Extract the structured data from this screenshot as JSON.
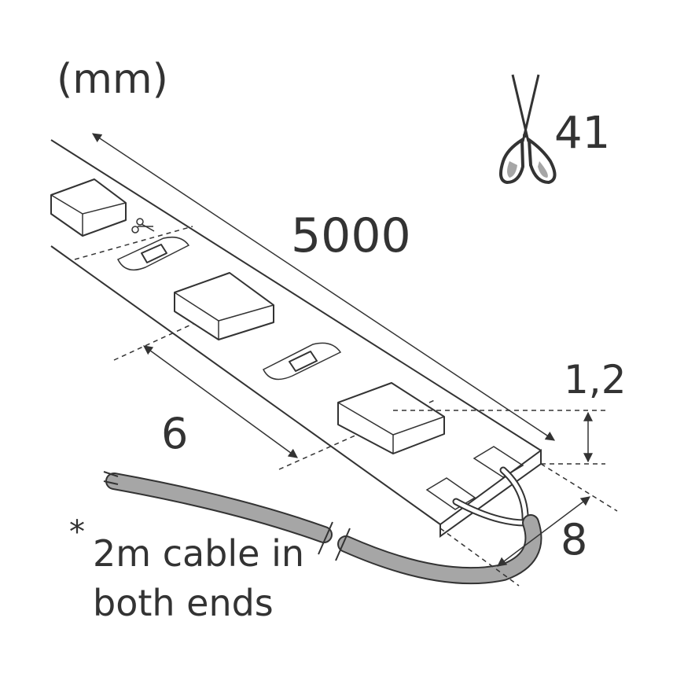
{
  "diagram": {
    "unit_label": "(mm)",
    "length_label": "5000",
    "segment_label": "6",
    "thickness_label": "1,2",
    "width_label": "8",
    "cut_count_label": "41",
    "footnote": {
      "mark": "*",
      "line1": "2m cable in",
      "line2": "both ends"
    }
  },
  "colors": {
    "ink": "#333333",
    "cable": "#a6a6a6",
    "background": "#ffffff"
  },
  "icons": {
    "cut": "scissors-icon",
    "small_cut": "scissors-icon"
  }
}
